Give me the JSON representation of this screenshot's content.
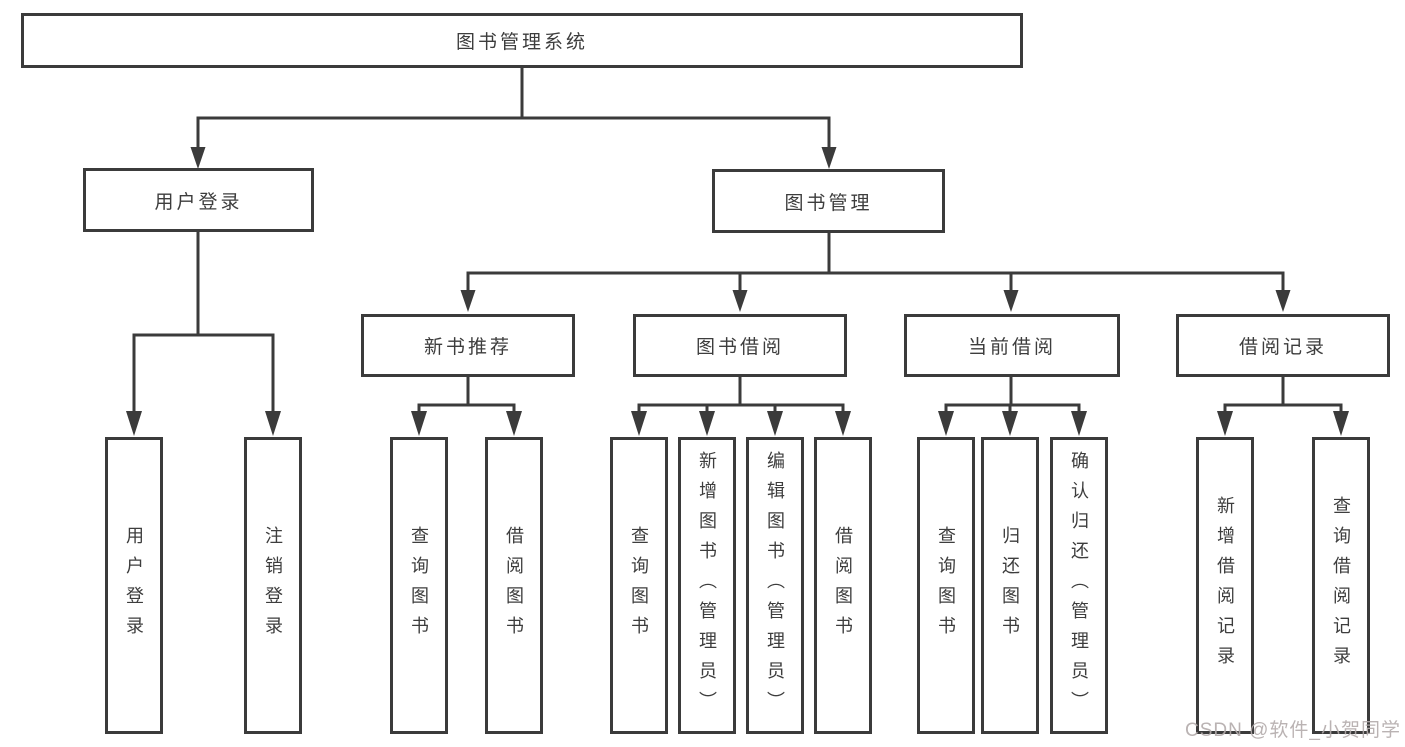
{
  "tree": {
    "label": "图书管理系统",
    "children": [
      {
        "label": "用户登录",
        "children": [
          {
            "label": "用户登录"
          },
          {
            "label": "注销登录"
          }
        ]
      },
      {
        "label": "图书管理",
        "children": [
          {
            "label": "新书推荐",
            "children": [
              {
                "label": "查询图书"
              },
              {
                "label": "借阅图书"
              }
            ]
          },
          {
            "label": "图书借阅",
            "children": [
              {
                "label": "查询图书"
              },
              {
                "label": "新增图书（管理员）"
              },
              {
                "label": "编辑图书（管理员）"
              },
              {
                "label": "借阅图书"
              }
            ]
          },
          {
            "label": "当前借阅",
            "children": [
              {
                "label": "查询图书"
              },
              {
                "label": "归还图书"
              },
              {
                "label": "确认归还（管理员）"
              }
            ]
          },
          {
            "label": "借阅记录",
            "children": [
              {
                "label": "新增借阅记录"
              },
              {
                "label": "查询借阅记录"
              }
            ]
          }
        ]
      }
    ]
  },
  "watermark": {
    "text": "CSDN @软件_小贺同学"
  },
  "colors": {
    "line": "#3b3b3b",
    "text": "#3d3d3d",
    "background": "#ffffff",
    "watermark": "#b3abab"
  }
}
